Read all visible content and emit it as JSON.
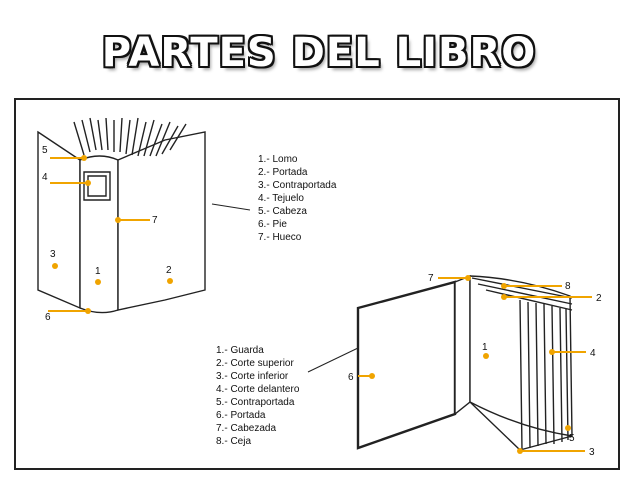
{
  "title": "PARTES DEL LIBRO",
  "closed_book": {
    "legend": [
      "1.- Lomo",
      "2.- Portada",
      "3.- Contraportada",
      "4.- Tejuelo",
      "5.- Cabeza",
      "6.- Pie",
      "7.- Hueco"
    ],
    "markers": [
      "1",
      "2",
      "3",
      "4",
      "5",
      "6",
      "7"
    ]
  },
  "open_book": {
    "legend": [
      "1.- Guarda",
      "2.- Corte superior",
      "3.- Corte inferior",
      "4.- Corte delantero",
      "5.- Contraportada",
      "6.- Portada",
      "7.- Cabezada",
      "8.- Ceja"
    ],
    "markers": [
      "1",
      "2",
      "3",
      "4",
      "5",
      "6",
      "7",
      "8"
    ]
  },
  "colors": {
    "marker": "#f0a400",
    "line": "#222222"
  }
}
